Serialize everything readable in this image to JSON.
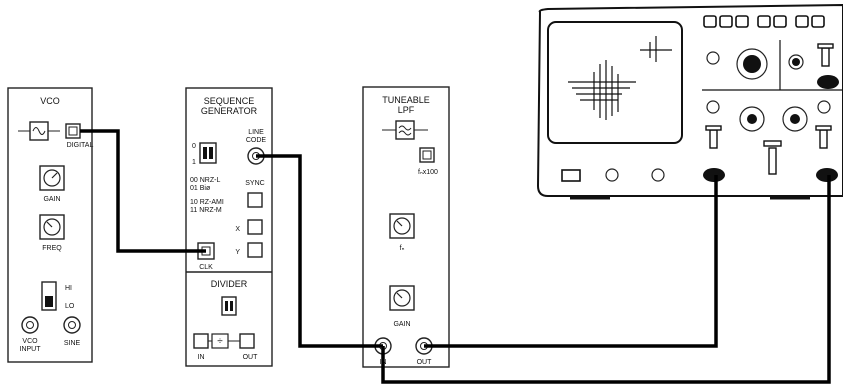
{
  "modules": {
    "vco": {
      "title": "VCO",
      "digital_label": "DIGITAL",
      "gain_label": "GAIN",
      "freq_label": "FREQ",
      "hi_label": "HI",
      "lo_label": "LO",
      "vco_input_label_1": "VCO",
      "vco_input_label_2": "INPUT",
      "sine_label": "SINE"
    },
    "sequence_generator": {
      "title_1": "SEQUENCE",
      "title_2": "GENERATOR",
      "switch_0": "0",
      "switch_1": "1",
      "line_code_1": "LINE",
      "line_code_2": "CODE",
      "code_00": "00 NRZ-L",
      "code_01": "01 Biø",
      "code_10": "10 RZ-AMI",
      "code_11": "11 NRZ-M",
      "sync_label": "SYNC",
      "x_label": "X",
      "y_label": "Y",
      "clk_label": "CLK",
      "divider_title": "DIVIDER",
      "in_label": "IN",
      "out_label": "OUT",
      "div_symbol": "÷"
    },
    "tuneable_lpf": {
      "title_1": "TUNEABLE",
      "title_2": "LPF",
      "fc_label": "fₙx100",
      "fc_knob_label": "fₙ",
      "gain_label": "GAIN",
      "in_label": "IN",
      "out_label": "OUT"
    }
  },
  "icons": [
    "sine-wave-icon",
    "lowpass-filter-icon",
    "crosshair-trace-icon"
  ],
  "colors": {
    "ink": "#000000",
    "panel": "#ffffff"
  }
}
